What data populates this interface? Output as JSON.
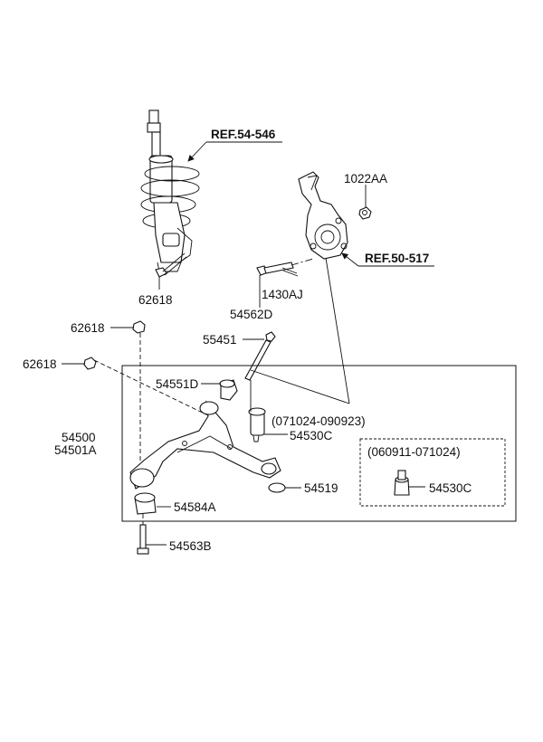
{
  "refs": {
    "strut": "REF.54-546",
    "knuckle": "REF.50-517"
  },
  "parts": {
    "strut_bolt": "62618",
    "knuckle_nut": "1022AA",
    "pin": "1430AJ",
    "knuckle_bolt": "54562D",
    "arm_nut_top": "62618",
    "arm_nut_left": "62618",
    "front_bolt": "55451",
    "front_bushing": "54551D",
    "lower_arm_lh": "54500",
    "lower_arm_rh": "54501A",
    "ball_joint": "54530C",
    "ball_joint_alt": "54530C",
    "dust_ring": "54519",
    "rear_bushing": "54584A",
    "rear_bolt": "54563B"
  },
  "dates": {
    "ball_joint_period": "(071024-090923)",
    "alt_period": "(060911-071024)"
  }
}
